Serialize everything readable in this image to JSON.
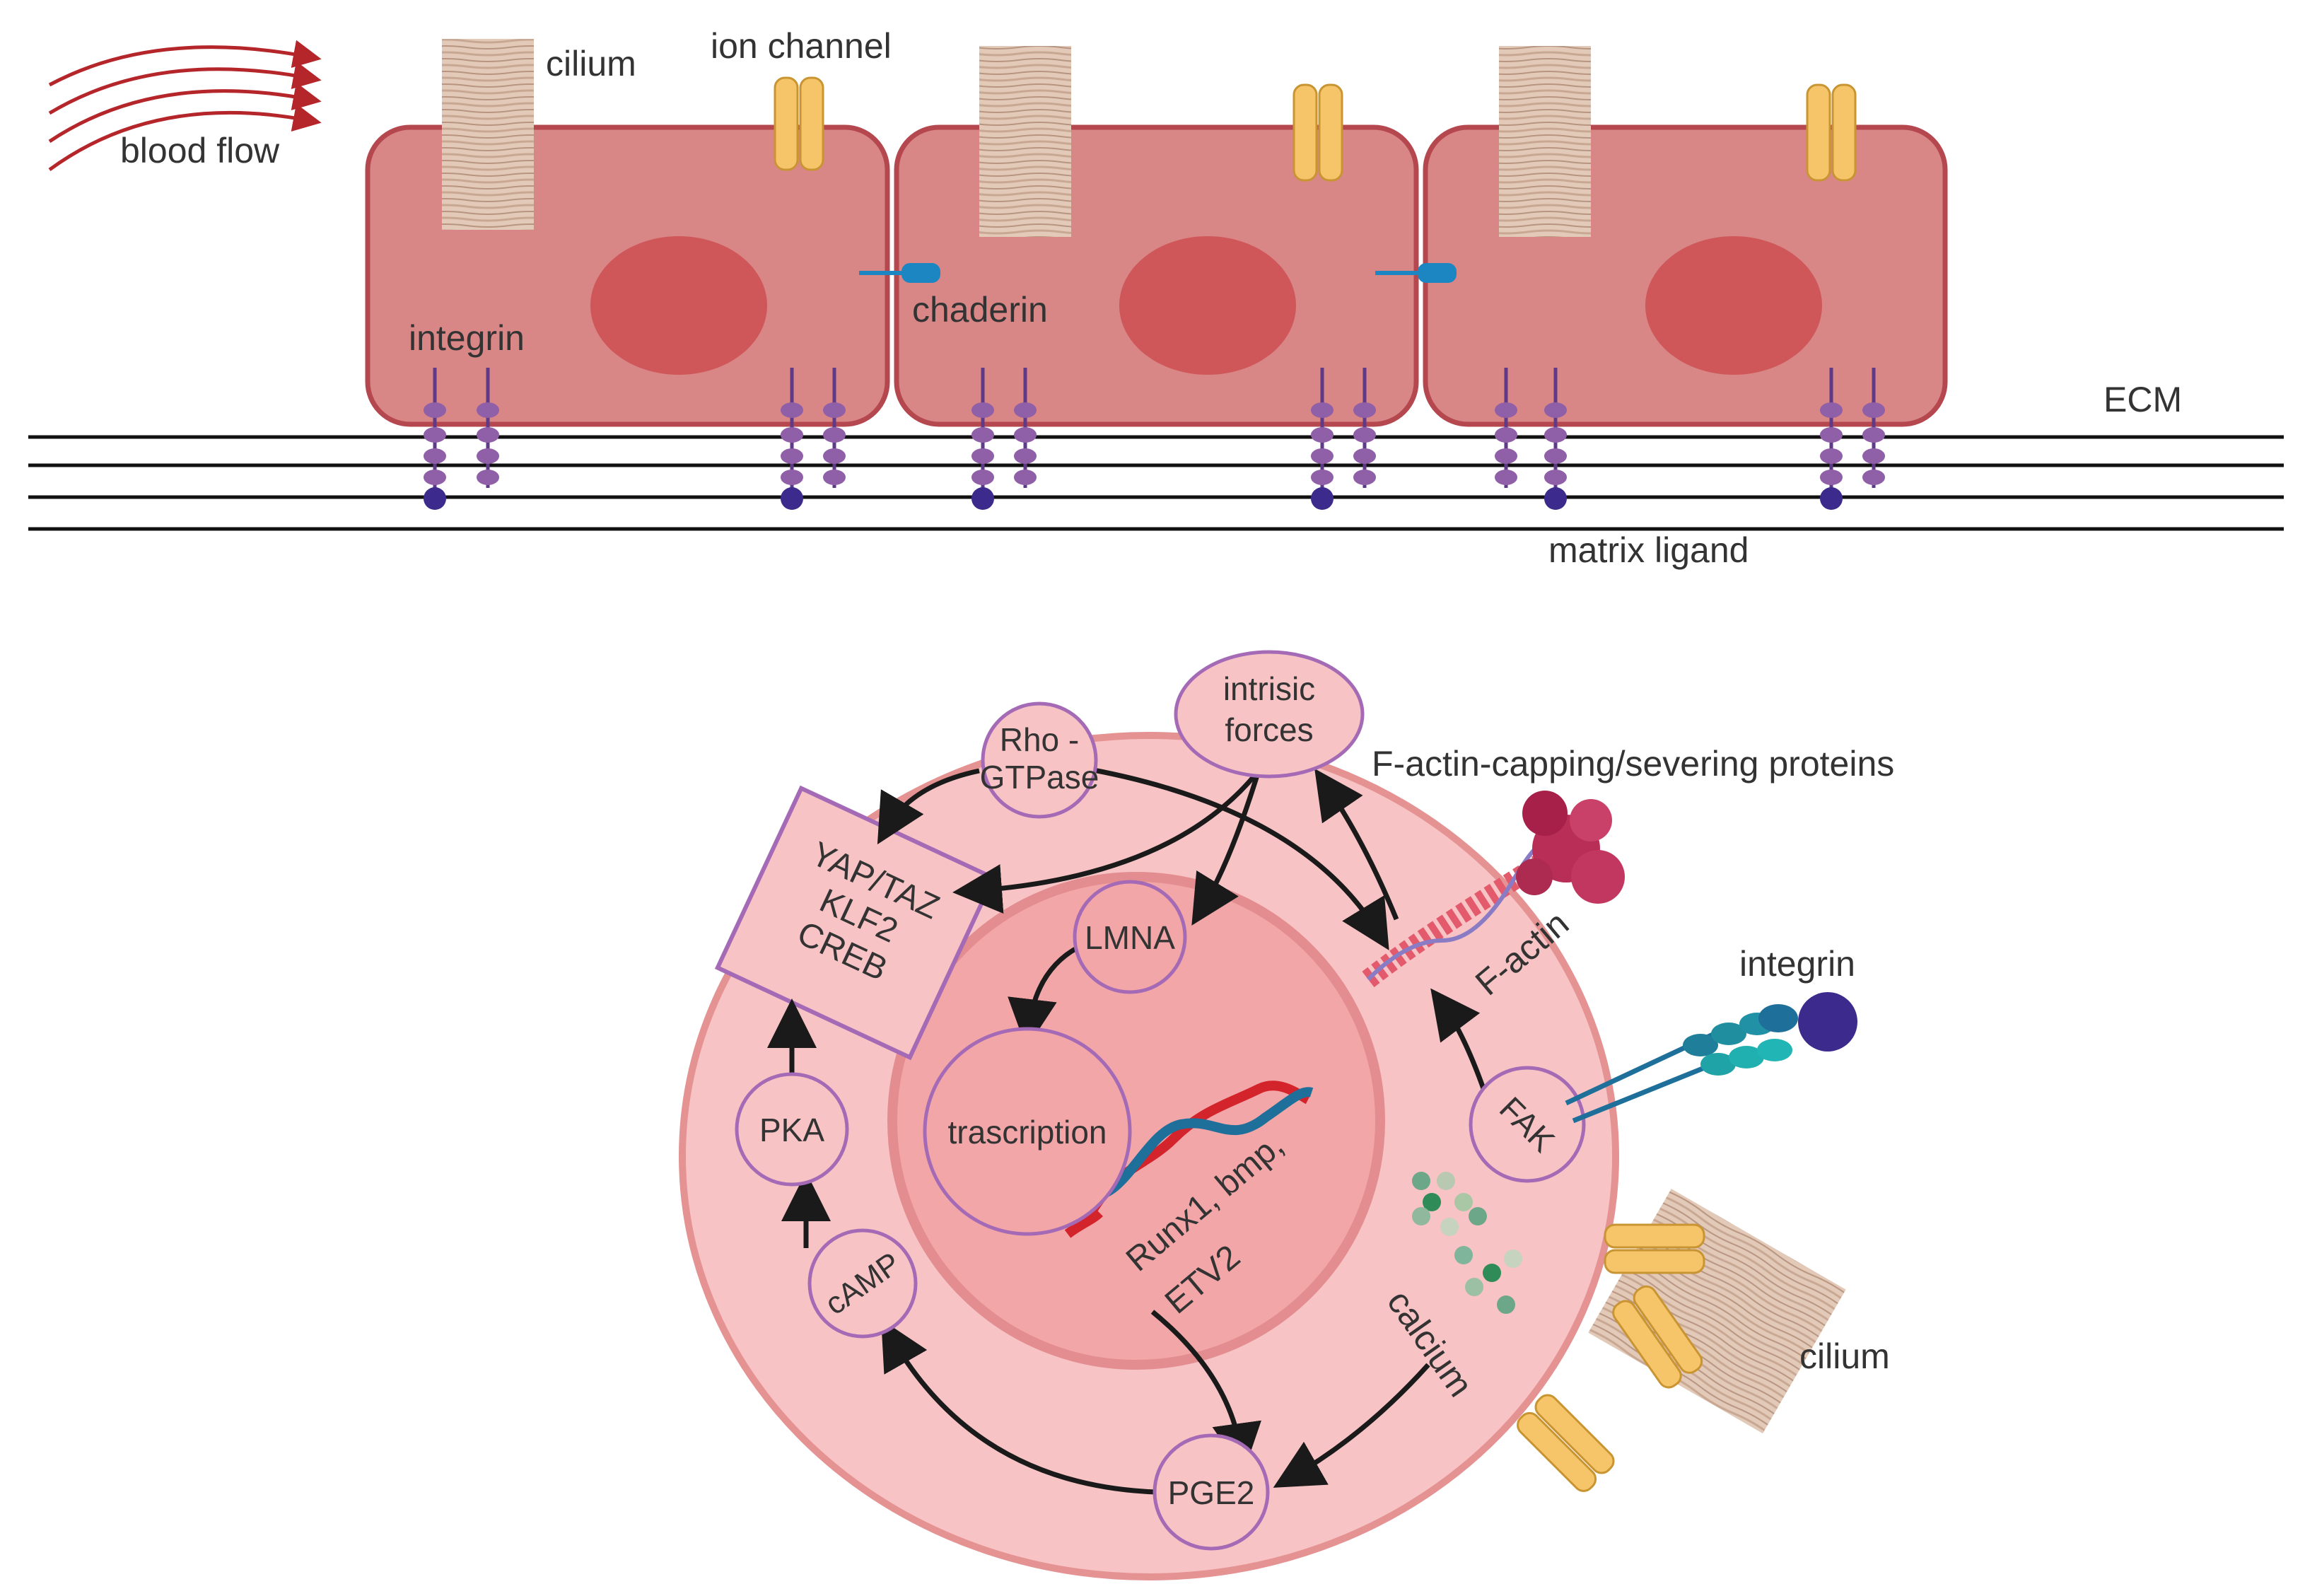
{
  "labels": {
    "cilium_top": "cilium",
    "ion_channel": "ion channel",
    "blood_flow": "blood flow",
    "integrin_top": "integrin",
    "chaderin": "chaderin",
    "ecm": "ECM",
    "matrix_ligand": "matrix ligand",
    "f_actin_capping": "F-actin-capping/severing proteins",
    "integrin_bottom": "integrin",
    "cilium_bottom": "cilium",
    "f_actin": "F-actin",
    "calcium": "calcium"
  },
  "nodes": {
    "rho_line1": "Rho -",
    "rho_line2": "GTPase",
    "intrisic_line1": "intrisic",
    "intrisic_line2": "forces",
    "lmna": "LMNA",
    "trascription": "trascription",
    "pka": "PKA",
    "camp": "cAMP",
    "pge2": "PGE2",
    "fak": "FAK",
    "yap_line1": "YAP/TAZ",
    "yap_line2": "KLF2",
    "yap_line3": "CREB",
    "genes_line1": "Runx1, bmp,",
    "genes_line2": "ETV2"
  },
  "colors": {
    "cell_fill": "#d98686",
    "cell_stroke": "#b5474f",
    "nucleus": "#cf575a",
    "big_cell": "#f7c3c4",
    "big_cell_stroke": "#e59293",
    "nucleus_big": "#f2a6a8",
    "node_stroke": "#a56ab6",
    "channel": "#f6c56a",
    "cilium": "#dcc0ad",
    "integrin": "#8f5fa8",
    "ligand": "#3c2b8c",
    "cadherin": "#1c86c3",
    "arrow": "#1a1a1a",
    "flow": "#b5262b",
    "dna_red": "#d3232b",
    "dna_blue": "#1f6f9b"
  }
}
